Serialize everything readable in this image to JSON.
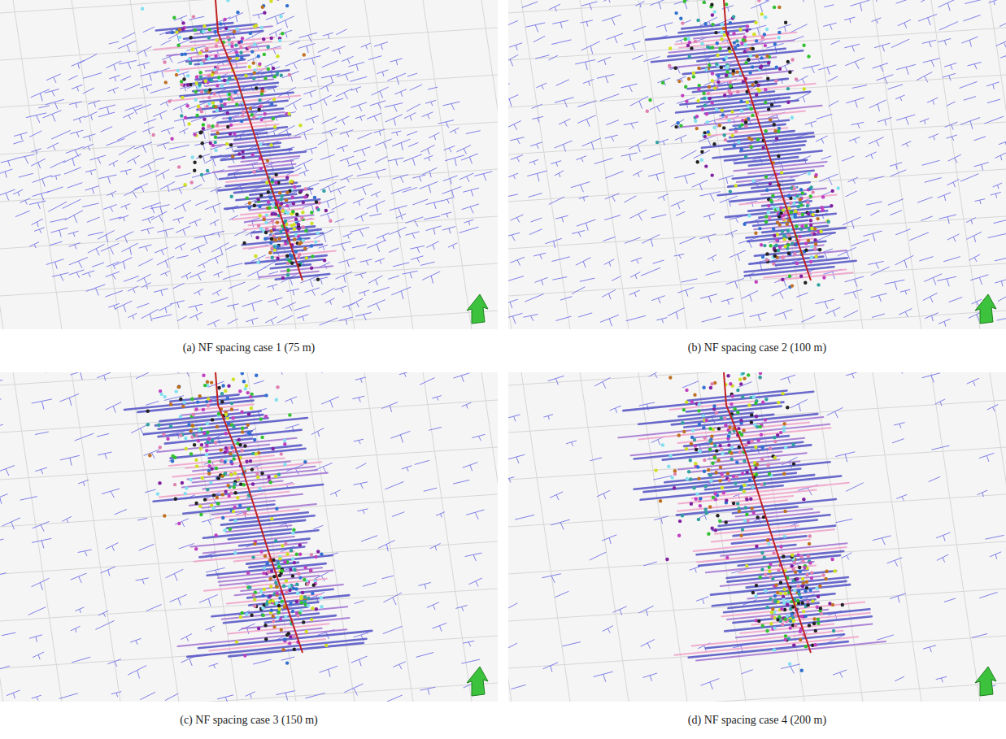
{
  "diagram": {
    "labels": [
      "(a) NF spacing case 1 (75 m)",
      "(b) NF spacing case 2 (100 m)",
      "(c) NF spacing case 3 (150 m)",
      "(d) NF spacing case 4 (200 m)"
    ]
  }
}
